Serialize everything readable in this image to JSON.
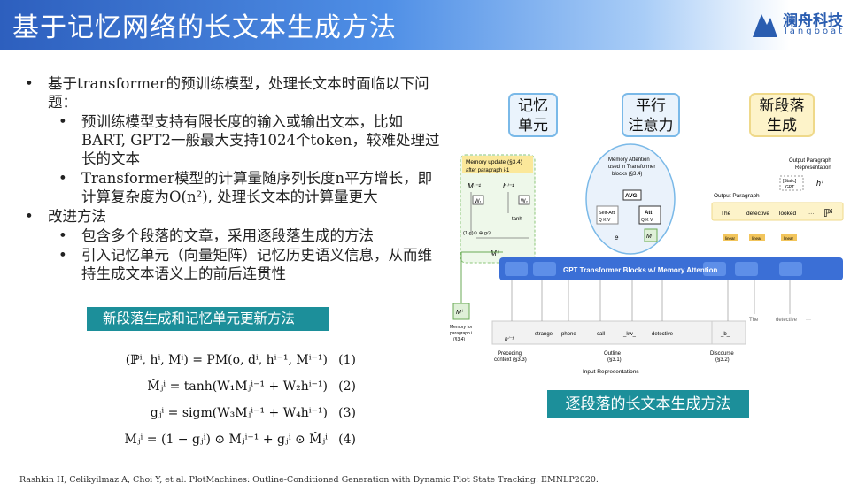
{
  "header": {
    "title": "基于记忆网络的长文本生成方法"
  },
  "logo": {
    "name": "澜舟科技",
    "sub": "langboat"
  },
  "bullets": {
    "b1": "基于transformer的预训练模型，处理长文本时面临以下问题：",
    "b1_1": "预训练模型支持有限长度的输入或输出文本，比如BART, GPT2一般最大支持1024个token，较难处理过长的文本",
    "b1_2": "Transformer模型的计算量随序列长度n平方增长，即计算复杂度为O(n²), 处理长文本的计算量更大",
    "b2": "改进方法",
    "b2_1": "包含多个段落的文章，采用逐段落生成的方法",
    "b2_2": "引入记忆单元（向量矩阵）记忆历史语义信息，从而维持生成文本语义上的前后连贯性"
  },
  "method_box": "新段落生成和记忆单元更新方法",
  "equations": [
    {
      "formula": "(ℙⁱ, hⁱ, Mⁱ) = PM(o, dⁱ, hⁱ⁻¹, Mⁱ⁻¹)",
      "num": "(1)"
    },
    {
      "formula": "M̂ⱼⁱ = tanh(W₁Mⱼⁱ⁻¹ + W₂hⁱ⁻¹)",
      "num": "(2)"
    },
    {
      "formula": "gⱼⁱ = sigm(W₃Mⱼⁱ⁻¹ + W₄hⁱ⁻¹)",
      "num": "(3)"
    },
    {
      "formula": "Mⱼⁱ = (1 − gⱼⁱ) ⊙ Mⱼⁱ⁻¹ + gⱼⁱ ⊙ M̂ⱼⁱ",
      "num": "(4)"
    }
  ],
  "figure": {
    "callout_memory": [
      "记忆",
      "单元"
    ],
    "callout_attention": [
      "平行",
      "注意力"
    ],
    "callout_new": [
      "新段落",
      "生成"
    ],
    "memory_update": "Memory update (§3.4)",
    "after_paragraph": "after paragraph i-1",
    "mem_prev": "Mⁱ⁻¹",
    "h_prev": "hⁱ⁻¹",
    "w1": "W₁",
    "w2": "W₂",
    "tanh": "tanh",
    "gate_formula": "(1-g)⊙ ⊕ g⊙",
    "mem_cur": "Mⁱ",
    "mem_attention": [
      "Memory Attention",
      "used in Transformer",
      "blocks (§3.4)"
    ],
    "avg": "AVG",
    "self_att": [
      "Self-Att",
      "Q  K  V"
    ],
    "att": [
      "Att",
      "Q  K  V"
    ],
    "e": "e",
    "output_para_rep": [
      "Output Paragraph",
      "Representation"
    ],
    "static_gpt": [
      "[Static]",
      "GPT"
    ],
    "h_i": "hⁱ",
    "output_paragraph": "Output Paragraph",
    "out_tokens": [
      "The",
      "detective",
      "looked",
      "···"
    ],
    "p_i": "ℙⁱ",
    "linear": "linear",
    "gpt_blocks": "GPT Transformer Blocks w/ Memory Attention",
    "mem_para": "Mⁱ",
    "mem_para_label": [
      "Memory for",
      "paragraph i",
      "(§3.4)"
    ],
    "h_input": "hⁱ⁻¹",
    "tokens": [
      "strange",
      "phone",
      "call",
      "_kw_",
      "detective",
      "···",
      "_b_"
    ],
    "bottom_tokens": [
      "The",
      "detective",
      "···"
    ],
    "preceding": [
      "Preceding",
      "context (§3.3)"
    ],
    "outline": [
      "Outline",
      "(§3.1)"
    ],
    "discourse": [
      "Discourse",
      "(§3.2)"
    ],
    "input_rep": "Input Representations",
    "caption": "逐段落的长文本生成方法"
  },
  "reference": "Rashkin H, Celikyilmaz A, Choi Y, et al. PlotMachines: Outline-Conditioned Generation with Dynamic Plot State Tracking. EMNLP2020."
}
